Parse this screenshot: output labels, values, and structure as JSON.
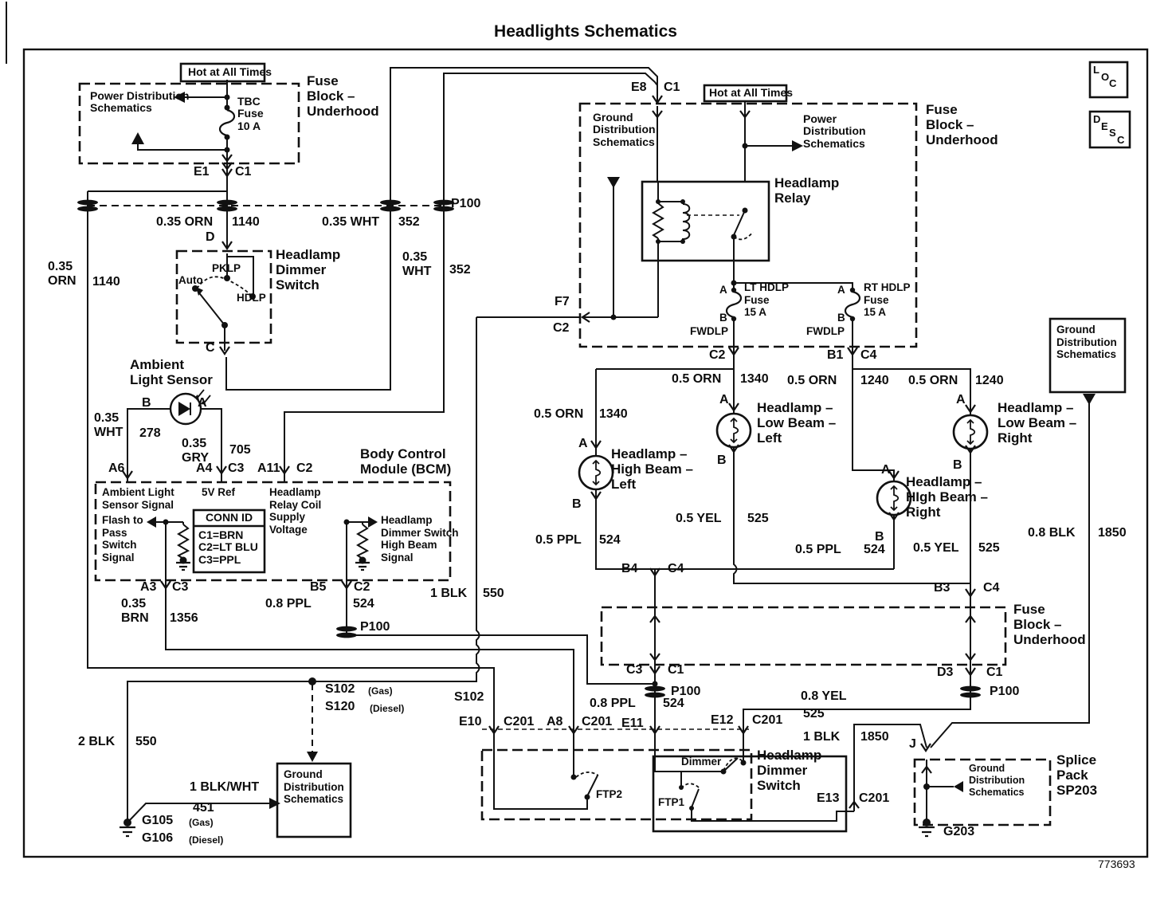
{
  "title": "Headlights Schematics",
  "doc_number": "773693",
  "corner_tabs": {
    "loc": "LOC",
    "desc": "DESC"
  },
  "labels": {
    "hot1": "Hot at All Times",
    "hot2": "Hot at All Times",
    "pds1": "Power Distribution\nSchematics",
    "pds2": "Power\nDistribution\nSchematics",
    "gds1": "Ground\nDistribution\nSchematics",
    "gds2": "Ground\nDistribution\nSchematics",
    "gds3": "Ground\nDistribution\nSchematics",
    "gds4": "Ground\nDistribution\nSchematics",
    "fbu1": "Fuse\nBlock –\nUnderhood",
    "fbu2": "Fuse\nBlock –\nUnderhood",
    "fbu3": "Fuse\nBlock –\nUnderhood",
    "tbc": "TBC\nFuse\n10 A",
    "e1": "E1",
    "c1a": "C1",
    "p100a": "P100",
    "p100b": "P100",
    "p100c": "P100",
    "p100d": "P100",
    "orn35a": "0.35 ORN",
    "n1140a": "1140",
    "wht35a": "0.35 WHT",
    "n352a": "352",
    "orn35b": "0.35\nORN",
    "n1140b": "1140",
    "wht35b": "0.35\nWHT",
    "n352b": "352",
    "d": "D",
    "hds1": "Headlamp\nDimmer\nSwitch",
    "auto": "Auto",
    "pklp": "PKLP",
    "hdlp": "HDLP",
    "c_term": "C",
    "als": "Ambient\nLight Sensor",
    "b_als": "B",
    "a_als": "A",
    "wht35c": "0.35\nWHT",
    "n278": "278",
    "gry35": "0.35\nGRY",
    "n705": "705",
    "a6": "A6",
    "a4": "A4",
    "c3a": "C3",
    "a11": "A11",
    "c2a": "C2",
    "bcm": "Body Control\nModule (BCM)",
    "als_sig": "Ambient Light\nSensor Signal",
    "vref": "5V Ref",
    "hrcsv": "Headlamp\nRelay Coil\nSupply\nVoltage",
    "ftp_sig": "Flash to\nPass\nSwitch\nSignal",
    "connid_title": "CONN ID",
    "connid_rows": "C1=BRN\nC2=LT BLU\nC3=PPL",
    "hds_hb_sig": "Headlamp\nDimmer Switch\nHigh Beam\nSignal",
    "a3": "A3",
    "c3b": "C3",
    "brn35": "0.35\nBRN",
    "n1356": "1356",
    "b5": "B5",
    "c2b": "C2",
    "ppl08a": "0.8 PPL",
    "n524a": "524",
    "blk1a": "1 BLK",
    "n550a": "550",
    "f7": "F7",
    "c2c": "C2",
    "e8": "E8",
    "c1b": "C1",
    "relay": "Headlamp\nRelay",
    "lt_fuse": "LT HDLP\nFuse\n15 A",
    "rt_fuse": "RT HDLP\nFuse\n15 A",
    "a_lt": "A",
    "b_lt": "B",
    "a_rt": "A",
    "b_rt": "B",
    "fwdlp1": "FWDLP",
    "fwdlp2": "FWDLP",
    "c2d": "C2",
    "b1t": "B1",
    "c4a": "C4",
    "orn05a": "0.5 ORN",
    "n1340a": "1340",
    "orn05b": "0.5 ORN",
    "n1340b": "1340",
    "orn05c": "0.5 ORN",
    "n1240a": "1240",
    "orn05d": "0.5 ORN",
    "n1240b": "1240",
    "a_hl": "A",
    "b_hl": "B",
    "a_ll": "A",
    "b_ll": "B",
    "a_hr": "A",
    "b_hr": "B",
    "a_lr": "A",
    "b_lr": "B",
    "hl_hb_left": "Headlamp –\nHigh Beam –\nLeft",
    "hl_lb_left": "Headlamp –\nLow Beam –\nLeft",
    "hl_hb_right": "Headlamp –\nHIgh Beam –\nRight",
    "hl_lb_right": "Headlamp –\nLow Beam –\nRight",
    "ppl05a": "0.5 PPL",
    "n524b": "524",
    "ppl05b": "0.5 PPL",
    "n524c": "524",
    "yel05a": "0.5 YEL",
    "n525a": "525",
    "yel05b": "0.5 YEL",
    "n525b": "525",
    "b4": "B4",
    "c4b": "C4",
    "b3": "B3",
    "c4c": "C4",
    "c3c": "C3",
    "c1c": "C1",
    "d3": "D3",
    "c1d": "C1",
    "ppl08b": "0.8 PPL",
    "n524d": "524",
    "yel08": "0.8 YEL",
    "n525c": "525",
    "blk08": "0.8 BLK",
    "n1850a": "1850",
    "blk1b": "1 BLK",
    "n1850b": "1850",
    "j": "J",
    "e10": "E10",
    "c201a": "C201",
    "a8": "A8",
    "c201b": "C201",
    "e11": "E11",
    "e12": "E12",
    "c201c": "C201",
    "e13": "E13",
    "c201d": "C201",
    "hds2": "Headlamp\nDimmer\nSwitch",
    "dimmer": "Dimmer",
    "ftp1": "FTP1",
    "ftp2": "FTP2",
    "s102a": "S102",
    "gas1": "(Gas)",
    "s120": "S120",
    "diesel1": "(Diesel)",
    "s102b": "S102",
    "blk2": "2 BLK",
    "n550b": "550",
    "blkwht": "1 BLK/WHT",
    "n451": "451",
    "g105": "G105",
    "gas2": "(Gas)",
    "g106": "G106",
    "diesel2": "(Diesel)",
    "g203": "G203",
    "splice": "Splice\nPack\nSP203"
  }
}
